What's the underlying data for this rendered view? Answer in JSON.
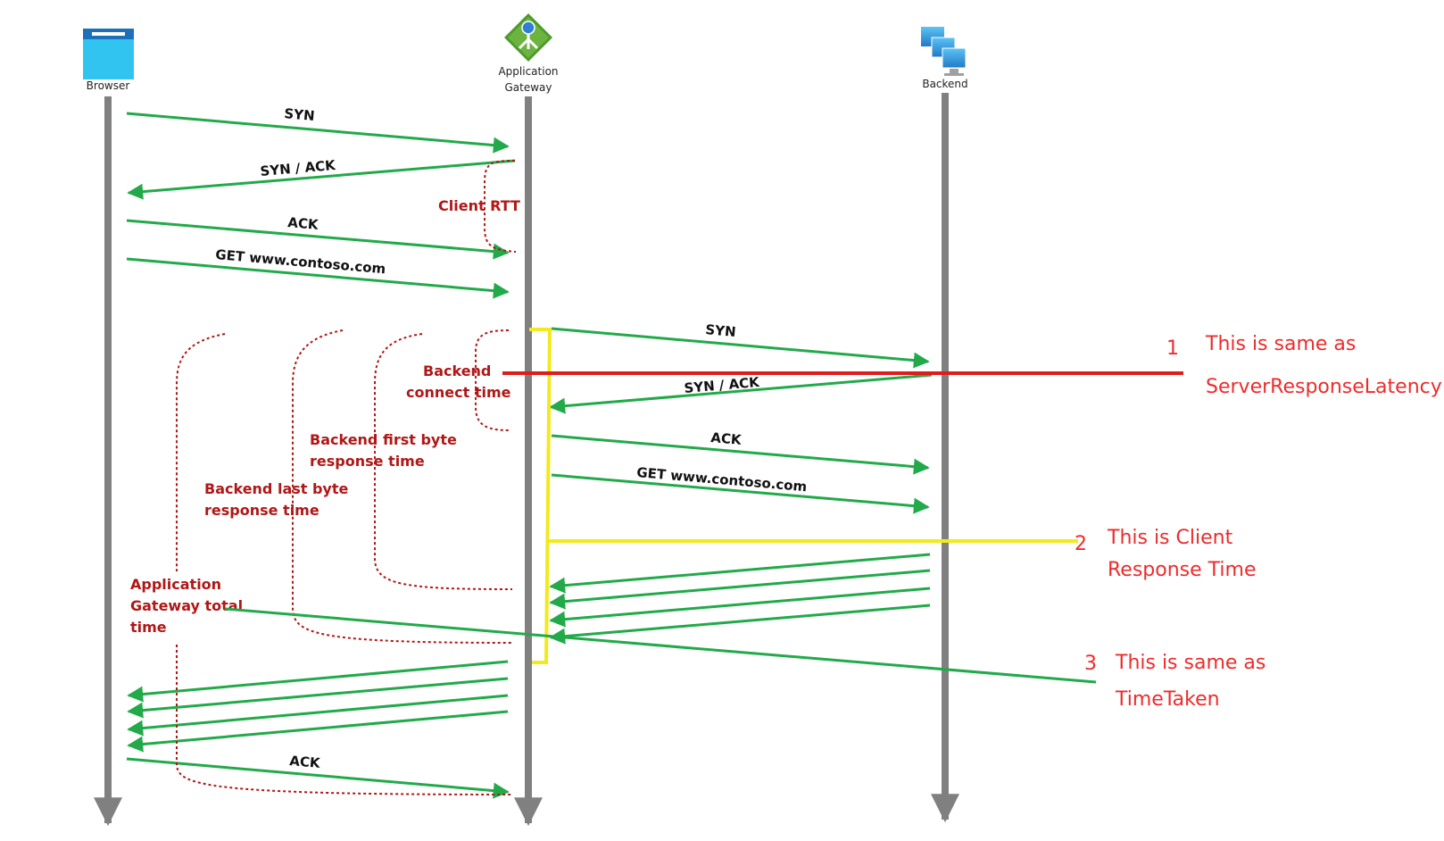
{
  "actors": {
    "browser": "Browser",
    "gateway_line1": "Application",
    "gateway_line2": "Gateway",
    "backend": "Backend"
  },
  "messages": {
    "client_syn": "SYN",
    "client_synack": "SYN / ACK",
    "client_ack": "ACK",
    "client_get": "GET www.contoso.com",
    "backend_syn": "SYN",
    "backend_synack": "SYN / ACK",
    "backend_ack": "ACK",
    "backend_get": "GET www.contoso.com",
    "final_ack": "ACK"
  },
  "metrics": {
    "client_rtt": "Client RTT",
    "backend_connect_line1": "Backend",
    "backend_connect_line2": "connect time",
    "first_byte_line1": "Backend first byte",
    "first_byte_line2": "response time",
    "last_byte_line1": "Backend last byte",
    "last_byte_line2": "response time",
    "total_line1": "Application",
    "total_line2": "Gateway total",
    "total_line3": "time"
  },
  "notes": [
    {
      "number": "1",
      "line1": "This is same as",
      "line2": "ServerResponseLatency"
    },
    {
      "number": "2",
      "line1": "This is Client",
      "line2": "Response Time"
    },
    {
      "number": "3",
      "line1": "This is same as",
      "line2": "TimeTaken"
    }
  ],
  "colors": {
    "lifeline": "#808080",
    "message": "#22aa4a",
    "metric": "#b01717",
    "note": "#ee2b2b",
    "marker_red": "#e01b1b",
    "marker_yellow": "#f2ea1c"
  },
  "icons": {
    "browser": "browser-window-icon",
    "gateway": "application-gateway-icon",
    "backend": "backend-vm-icon"
  }
}
